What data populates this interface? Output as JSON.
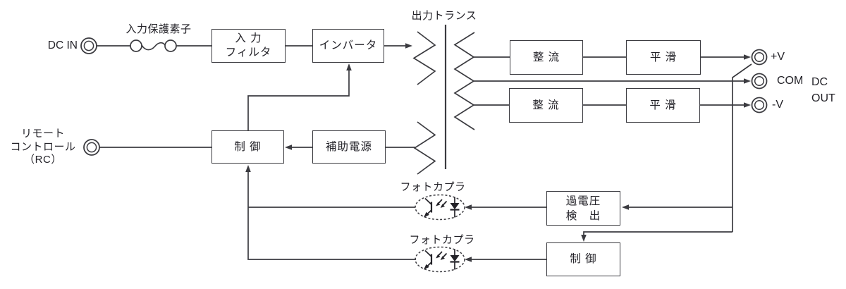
{
  "colors": {
    "line": "#3b3b40",
    "text": "#232228",
    "background": "#ffffff"
  },
  "input_section": {
    "dc_in": "DC IN",
    "protector_label": "入力保護素子",
    "input_filter": [
      "入 力",
      "フィルタ"
    ],
    "inverter": "インバータ"
  },
  "transformer": {
    "label": "出力トランス"
  },
  "output_section": {
    "rectifier_top": "整 流",
    "smoothing_top": "平 滑",
    "rectifier_bottom": "整 流",
    "smoothing_bottom": "平 滑",
    "terminals": {
      "plus_v": "+V",
      "com": "COM",
      "minus_v": "-V",
      "dc_out": [
        "DC",
        "OUT"
      ]
    }
  },
  "control_section": {
    "remote": [
      "リモート",
      "コントロール",
      "（RC）"
    ],
    "control_main": "制 御",
    "aux_power": "補助電源"
  },
  "feedback_section": {
    "photocoupler_top": "フォトカプラ",
    "photocoupler_bottom": "フォトカプラ",
    "ovp": [
      "過電圧",
      "検　出"
    ],
    "control_secondary": "制 御"
  }
}
